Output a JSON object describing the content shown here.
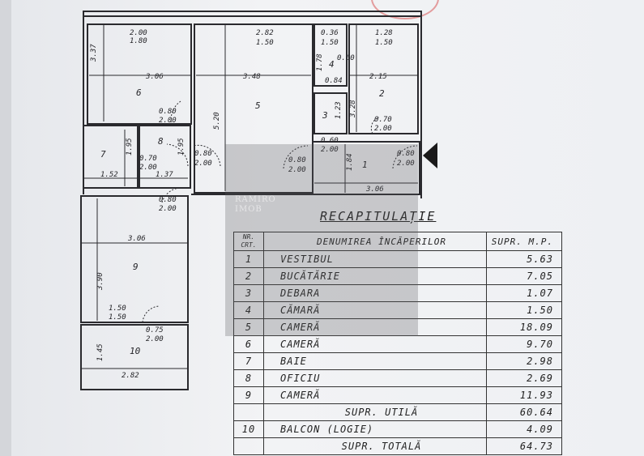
{
  "plan": {
    "rooms": {
      "r1": "1",
      "r2": "2",
      "r3": "3",
      "r4": "4",
      "r5": "5",
      "r6": "6",
      "r7": "7",
      "r8": "8",
      "r9": "9",
      "r10": "10"
    },
    "dims": {
      "win6_top": "2.00",
      "win6_bot": "1.80",
      "win5_top": "2.82",
      "win5_bot": "1.50",
      "win4_top": "0.36",
      "win4_bot": "1.50",
      "win2_top": "1.28",
      "win2_bot": "1.50",
      "r6_height": "3.37",
      "r6_width": "3.06",
      "r5_width": "3.48",
      "r5_height": "5.20",
      "r4_height": "1.78",
      "r4_door": "0.60",
      "r4_width": "0.84",
      "r2_width": "2.15",
      "r2_height": "3.28",
      "r3_height": "1.23",
      "d2_top": "0.70",
      "d2_bot": "2.00",
      "d3_top": "0.60",
      "d3_bot": "2.00",
      "d8_top": "0.80",
      "d8_bot": "2.00",
      "d7_top": "0.70",
      "d7_bot": "2.00",
      "d5_top": "0.80",
      "d5_bot": "2.00",
      "d1a_top": "0.80",
      "d1a_bot": "2.00",
      "d1b_top": "0.80",
      "d1b_bot": "2.00",
      "r7_height": "1.95",
      "r8_height": "1.95",
      "r7_width": "1.52",
      "r8_width": "1.37",
      "r1_height": "1.84",
      "r1_width": "3.06",
      "d9_top": "0.80",
      "d9_bot": "2.00",
      "r9_width": "3.06",
      "r9_height": "3.90",
      "d10w_top": "1.50",
      "d10w_bot": "1.50",
      "d10_top": "0.75",
      "d10_bot": "2.00",
      "r10_height": "1.45",
      "r10_width": "2.82"
    }
  },
  "watermark": {
    "line1": "RAMIRO",
    "line2": "IMOB"
  },
  "table": {
    "title": "RECAPITULAȚIE",
    "headers": {
      "nr": "NR. CRT.",
      "name": "DENUMIREA ÎNCĂPERILOR",
      "area": "SUPR. M.P."
    },
    "rows": [
      {
        "nr": "1",
        "name": "VESTIBUL",
        "area": "5.63"
      },
      {
        "nr": "2",
        "name": "BUCĂTĂRIE",
        "area": "7.05"
      },
      {
        "nr": "3",
        "name": "DEBARA",
        "area": "1.07"
      },
      {
        "nr": "4",
        "name": "CĂMARĂ",
        "area": "1.50"
      },
      {
        "nr": "5",
        "name": "CAMERĂ",
        "area": "18.09"
      },
      {
        "nr": "6",
        "name": "CAMERĂ",
        "area": "9.70"
      },
      {
        "nr": "7",
        "name": "BAIE",
        "area": "2.98"
      },
      {
        "nr": "8",
        "name": "OFICIU",
        "area": "2.69"
      },
      {
        "nr": "9",
        "name": "CAMERĂ",
        "area": "11.93"
      },
      {
        "nr": "",
        "name": "SUPR. UTILĂ",
        "area": "60.64",
        "summary": true
      },
      {
        "nr": "10",
        "name": "BALCON (LOGIE)",
        "area": "4.09"
      },
      {
        "nr": "",
        "name": "SUPR. TOTALĂ",
        "area": "64.73",
        "summary": true
      }
    ]
  }
}
